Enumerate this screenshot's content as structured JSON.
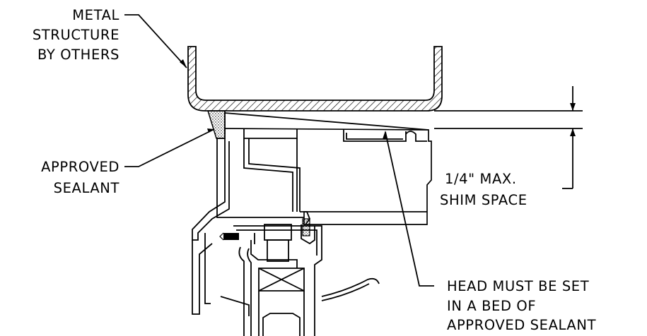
{
  "labels": {
    "metal_structure": [
      "METAL",
      "STRUCTURE",
      "BY OTHERS"
    ],
    "approved_sealant": [
      "APPROVED",
      "SEALANT"
    ],
    "shim_space": [
      "1/4\" MAX.",
      "SHIM SPACE"
    ],
    "head_note": [
      "HEAD MUST BE SET",
      "IN A BED OF",
      "APPROVED SEALANT"
    ]
  }
}
